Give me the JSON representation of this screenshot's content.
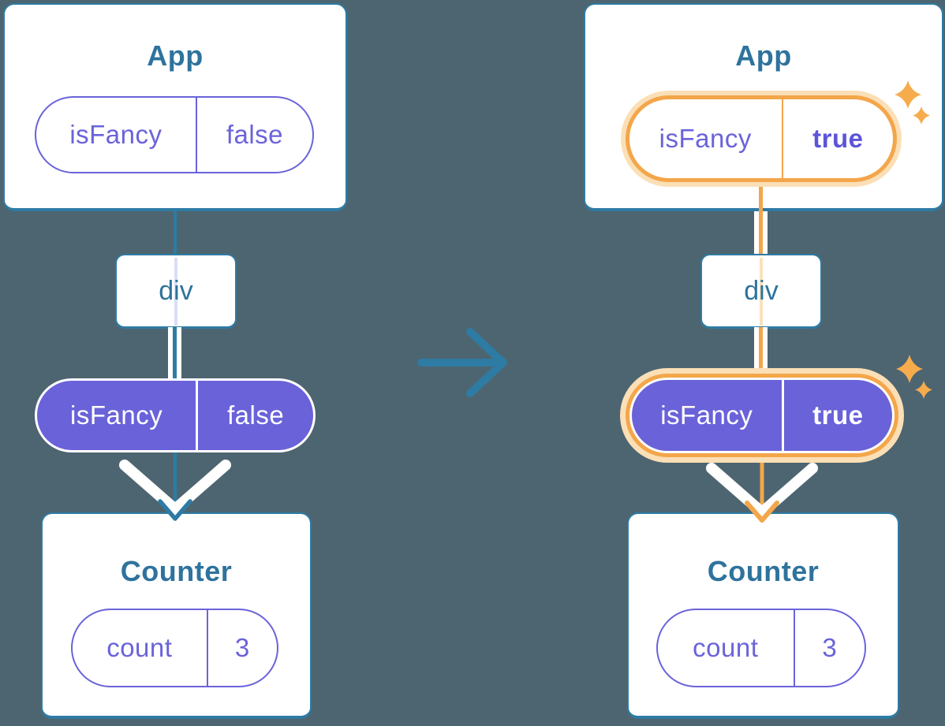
{
  "diagram": {
    "description": "React component tree state diagram, before and after state change",
    "background_color": "#4D6570",
    "palette": {
      "card_border_blue": "#2E7BA4",
      "title_blue": "#2E739D",
      "purple": "#6A63DA",
      "purple_fill": "#6A62D9",
      "highlight_orange": "#F3A64A",
      "highlight_peach": "#FBDFB6",
      "lavender_line": "#D9DEF5",
      "peach_line": "#FAE2BE",
      "white": "#FFFFFF"
    }
  },
  "before": {
    "app": {
      "title": "App",
      "state": {
        "key": "isFancy",
        "value": "false"
      }
    },
    "container": {
      "label": "div"
    },
    "prop": {
      "key": "isFancy",
      "value": "false"
    },
    "counter": {
      "title": "Counter",
      "state": {
        "key": "count",
        "value": "3"
      }
    }
  },
  "after": {
    "app": {
      "title": "App",
      "state": {
        "key": "isFancy",
        "value": "true"
      }
    },
    "container": {
      "label": "div"
    },
    "prop": {
      "key": "isFancy",
      "value": "true"
    },
    "counter": {
      "title": "Counter",
      "state": {
        "key": "count",
        "value": "3"
      }
    }
  }
}
